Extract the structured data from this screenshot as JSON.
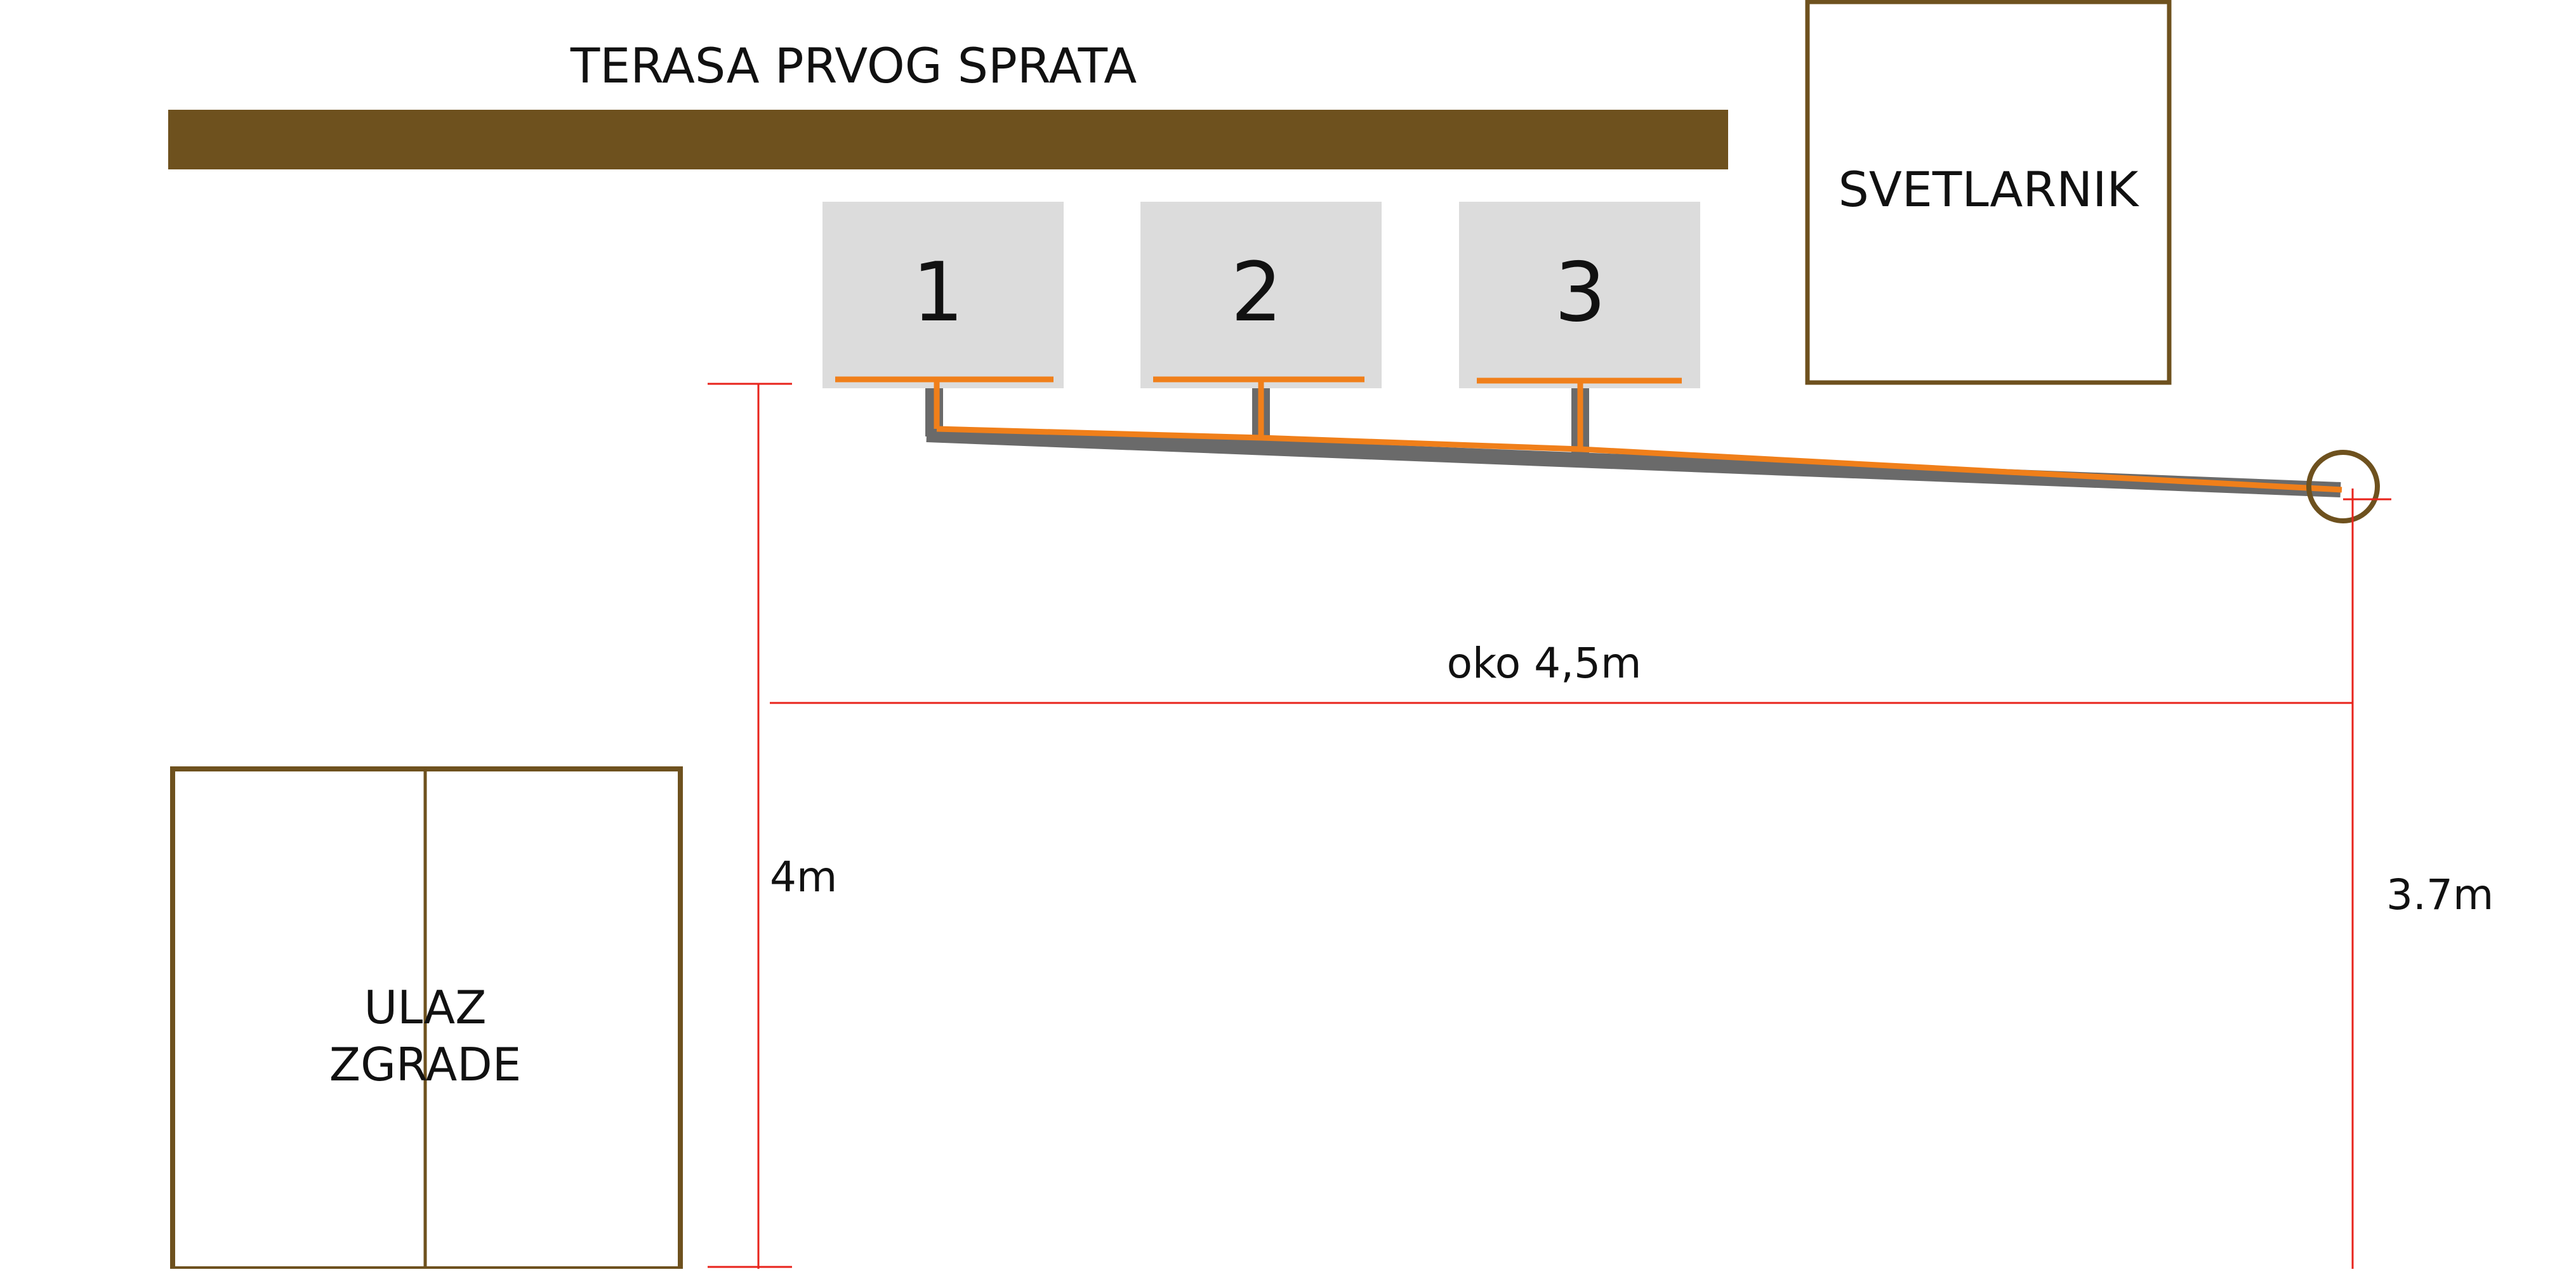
{
  "labels": {
    "terrace": "TERASA PRVOG SPRATA",
    "skylight": "SVETLARNIK",
    "entrance_line1": "ULAZ",
    "entrance_line2": "ZGRADE",
    "horizontal_dimension": "oko 4,5m",
    "left_height": "4m",
    "right_height": "3.7m"
  },
  "units": [
    {
      "label": "1"
    },
    {
      "label": "2"
    },
    {
      "label": "3"
    }
  ],
  "colors": {
    "wall_brown": "#6e511e",
    "unit_fill": "#dcdcdc",
    "pipe_gray": "#6a6a6a",
    "pipe_orange": "#f07f1a",
    "dimension_red": "#e8231b",
    "text": "#111111"
  }
}
